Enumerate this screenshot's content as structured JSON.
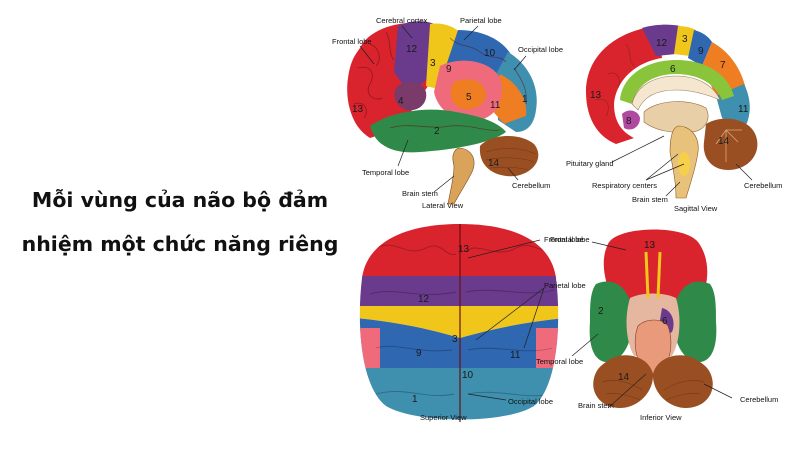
{
  "headline": {
    "line1": "Mỗi vùng của não bộ đảm",
    "line2": "nhiệm một chức năng riêng"
  },
  "lateral": {
    "title": "Lateral View",
    "labels": {
      "frontal": "Frontal lobe",
      "cerebral_cortex": "Cerebral cortex",
      "parietal": "Parietal lobe",
      "occipital": "Occipital lobe",
      "temporal": "Temporal lobe",
      "brain_stem": "Brain stem",
      "cerebellum": "Cerebellum"
    },
    "numbers": {
      "n13": "13",
      "n12": "12",
      "n3": "3",
      "n9": "9",
      "n10": "10",
      "n4": "4",
      "n5": "5",
      "n11": "11",
      "n1": "1",
      "n2": "2",
      "n14": "14"
    }
  },
  "sagittal": {
    "title": "Sagittal View",
    "labels": {
      "pituitary": "Pituitary gland",
      "respiratory": "Respiratory centers",
      "brain_stem": "Brain stem",
      "cerebellum": "Cerebellum"
    },
    "numbers": {
      "n13": "13",
      "n12": "12",
      "n3": "3",
      "n9": "9",
      "n7": "7",
      "n6": "6",
      "n8": "8",
      "n11": "11",
      "n14": "14"
    }
  },
  "superior": {
    "title": "Superior View",
    "labels": {
      "frontal": "Frontal lobe",
      "parietal": "Parietal lobe",
      "occipital": "Occipital lobe"
    },
    "numbers": {
      "n13": "13",
      "n12": "12",
      "n3": "3",
      "n9": "9",
      "n11": "11",
      "n10": "10",
      "n1": "1"
    }
  },
  "inferior": {
    "title": "Inferior View",
    "labels": {
      "frontal": "Frontal lobe",
      "temporal": "Temporal lobe",
      "brain_stem": "Brain stem",
      "cerebellum": "Cerebellum"
    },
    "numbers": {
      "n13": "13",
      "n2": "2",
      "n6": "6",
      "n14": "14"
    }
  },
  "colors": {
    "red": "#d9232d",
    "purple": "#6a3a8c",
    "yellow": "#f1c61a",
    "blue": "#2f67b1",
    "green": "#2f8a4a",
    "orange": "#ef7d22",
    "pink": "#ef6b7b",
    "teal": "#3f8fae",
    "brown": "#9a4f22"
  }
}
